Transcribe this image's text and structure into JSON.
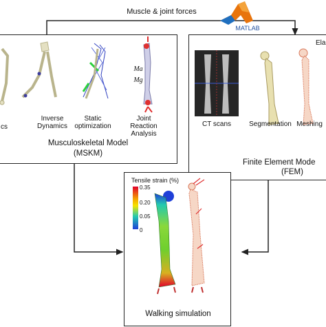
{
  "header": {
    "flow_label": "Muscle & joint forces",
    "logo_text": "MATLAB"
  },
  "mskm": {
    "steps": [
      {
        "label": "Inverse Kinematics",
        "visible_label": "cs"
      },
      {
        "label": "Inverse Dynamics"
      },
      {
        "label": "Static optimization"
      },
      {
        "label": "Joint Reaction Analysis"
      }
    ],
    "annotations": {
      "ma": "Ma",
      "mg": "Mg"
    },
    "title_line1": "Musculoskeletal Model",
    "title_line2": "(MSKM)"
  },
  "fem": {
    "corner_label": "Ela",
    "steps": [
      {
        "label": "CT scans"
      },
      {
        "label": "Segmentation"
      },
      {
        "label": "Meshing"
      }
    ],
    "title_line1": "Finite Element Mode",
    "title_line2": "(FEM)"
  },
  "walking": {
    "legend_title": "Tensile strain (%)",
    "legend_ticks": [
      "0.35",
      "0.20",
      "0.05",
      "0"
    ],
    "caption": "Walking simulation",
    "colors": {
      "gradient_top": "#e0002a",
      "gradient_mid": "#f5e400",
      "gradient_low": "#22c9b0",
      "gradient_bottom": "#1e3fd8"
    }
  }
}
